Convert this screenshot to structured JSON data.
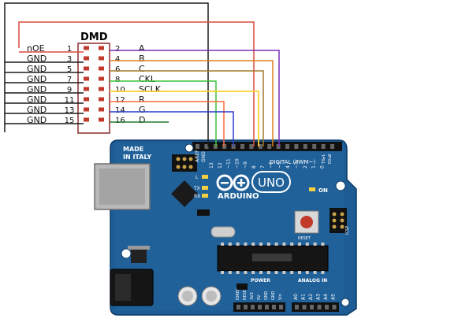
{
  "title": "DMD",
  "left_pins": [
    {
      "label": "nOE",
      "num": "1"
    },
    {
      "label": "GND",
      "num": "3"
    },
    {
      "label": "GND",
      "num": "5"
    },
    {
      "label": "GND",
      "num": "7"
    },
    {
      "label": "GND",
      "num": "9"
    },
    {
      "label": "GND",
      "num": "11"
    },
    {
      "label": "GND",
      "num": "13"
    },
    {
      "label": "GND",
      "num": "15"
    }
  ],
  "right_pins": [
    {
      "num": "2",
      "label": "A"
    },
    {
      "num": "4",
      "label": "B"
    },
    {
      "num": "6",
      "label": "C"
    },
    {
      "num": "8",
      "label": "CKL"
    },
    {
      "num": "10",
      "label": "SCLK"
    },
    {
      "num": "12",
      "label": "R"
    },
    {
      "num": "14",
      "label": "G"
    },
    {
      "num": "16",
      "label": "D"
    }
  ],
  "board": {
    "made_in": [
      "MADE",
      "IN ITALY"
    ],
    "digital_header": "DIGITAL (PWM~)",
    "brand": "ARDUINO",
    "model": "UNO",
    "on_label": "ON",
    "tx": "TX",
    "rx": "RX",
    "l": "L",
    "reset": "RESET",
    "icsp": "ICSP",
    "power": "POWER",
    "analog_in": "ANALOG IN",
    "aref": "AREF",
    "gnd": "GND",
    "tx_pin": "TX▸1",
    "rx_pin": "RX◂0",
    "digital_pins": [
      "13",
      "12",
      "~11",
      "~10",
      "~9",
      "8",
      "7",
      "~6",
      "~5",
      "4",
      "~3",
      "2",
      "1",
      "0"
    ],
    "power_pins": [
      "IOREF",
      "RESET",
      "3V3",
      "5V",
      "GND",
      "GND",
      "Vin"
    ],
    "analog_pins": [
      "A0",
      "A1",
      "A2",
      "A3",
      "A4",
      "A5"
    ]
  },
  "colors": {
    "pcb": "#1d5c94",
    "pcb_dark": "#0d3a66",
    "wire_noe": "#d94a3a",
    "wire_a": "#7a2fb8",
    "wire_b": "#e07f1e",
    "wire_c": "#a0782a",
    "wire_ckl": "#3cc43c",
    "wire_sclk": "#ffd12e",
    "wire_r": "#ff6a3d",
    "wire_g": "#2c3cc8",
    "wire_d": "#1f7a2c",
    "wire_black": "#1a1a1a"
  }
}
